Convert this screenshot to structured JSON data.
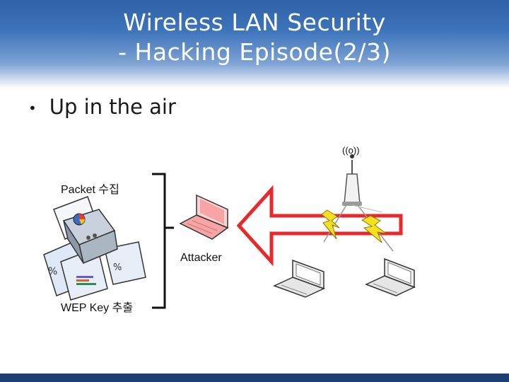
{
  "slide": {
    "title_line1": "Wireless LAN Security",
    "title_line2": "- Hacking Episode(2/3)",
    "bullet": "Up in the air"
  },
  "diagram": {
    "packet_label": "Packet 수집",
    "wep_label": "WEP Key 추출",
    "attacker_label": "Attacker",
    "signal_glyph": "((o))"
  },
  "colors": {
    "header_blue": "#2f62a6",
    "arrow_red": "#e8282a",
    "attacker_laptop": "#f7a4a4",
    "lightning": "#f7e11e",
    "footer": "#1e3f73"
  },
  "icons": [
    "signal-icon",
    "access-point-icon",
    "lightning-icon",
    "laptop-icon",
    "printer-icon",
    "document-icon"
  ]
}
